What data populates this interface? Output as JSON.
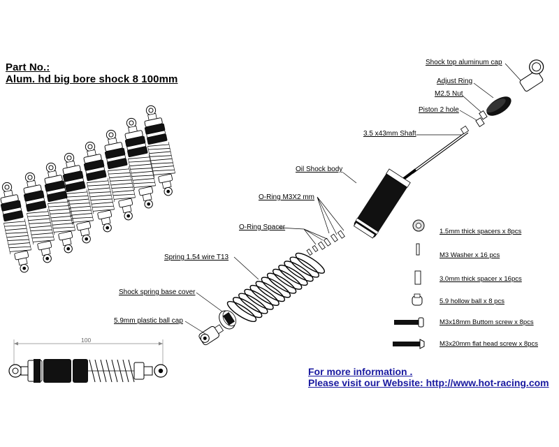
{
  "header": {
    "part_no": "Part No.:",
    "product": "Alum. hd big bore shock 8  100mm"
  },
  "callouts": {
    "top_cap": "Shock top aluminum cap",
    "adjust_ring": "Adjust Ring",
    "nut": "M2.5 Nut",
    "piston": "Piston 2 hole",
    "shaft": "3.5 x43mm Shaft",
    "body": "Oil Shock body",
    "oring": "O-Ring M3X2 mm",
    "spacer": "O-Ring Spacer",
    "spring": "Spring 1.54 wire  T13",
    "base_cover": "Shock spring base cover",
    "ball_cap": "5.9mm plastic ball cap"
  },
  "hardware": [
    {
      "label": "1.5mm thick spacers x 8pcs",
      "icon": "round-spacer-icon"
    },
    {
      "label": "M3 Washer x 16 pcs",
      "icon": "washer-icon"
    },
    {
      "label": "3.0mm thick spacer x 16pcs",
      "icon": "thick-spacer-icon"
    },
    {
      "label": "5.9 hollow ball x 8 pcs",
      "icon": "hollow-ball-icon"
    },
    {
      "label": "M3x18mm Buttom screw x 8pcs",
      "icon": "button-screw-icon"
    },
    {
      "label": "M3x20mm flat head screw x 8pcs",
      "icon": "flat-screw-icon"
    }
  ],
  "dimension": {
    "value": "100"
  },
  "footer": {
    "line1": "For more information .",
    "line2": "Please visit our Website: http://www.hot-racing.com"
  }
}
